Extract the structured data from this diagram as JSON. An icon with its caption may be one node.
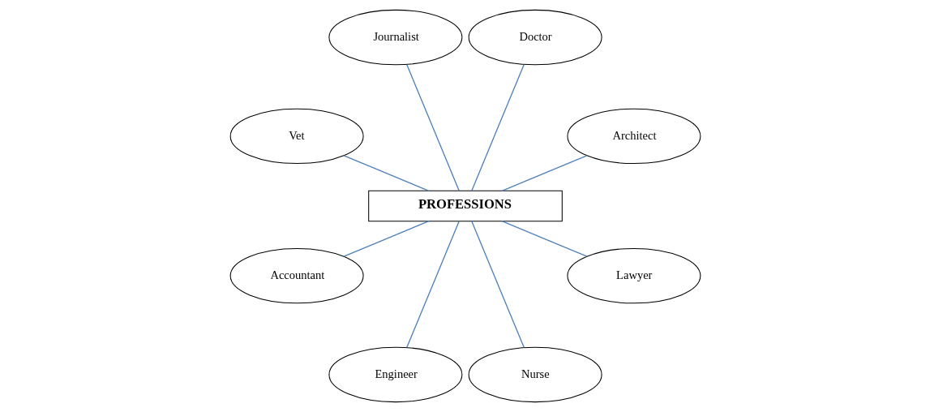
{
  "diagram": {
    "nodes": [
      {
        "text": [
          "Architect"
        ]
      },
      {
        "text": [
          "Doctor"
        ]
      },
      {
        "text": [
          "Journalist"
        ]
      },
      {
        "text": [
          "Vet"
        ]
      },
      {
        "text": [
          "PROFESSIONS"
        ]
      },
      {
        "text": [
          "Accountant"
        ]
      },
      {
        "text": [
          "Engineer"
        ]
      },
      {
        "text": [
          "Nurse"
        ]
      },
      {
        "text": [
          "Lawyer"
        ]
      }
    ],
    "edges": [
      {
        "from": 4,
        "to": 0,
        "arrow": "none"
      },
      {
        "from": 4,
        "to": 1,
        "arrow": "none"
      },
      {
        "from": 4,
        "to": 5,
        "arrow": "none"
      },
      {
        "from": 4,
        "to": 7,
        "arrow": "none"
      },
      {
        "from": 4,
        "to": 8,
        "arrow": "none"
      },
      {
        "from": 4,
        "to": 6,
        "arrow": "none"
      },
      {
        "from": 4,
        "to": 3,
        "arrow": "none"
      },
      {
        "from": 4,
        "to": 2,
        "arrow": "none"
      }
    ]
  }
}
